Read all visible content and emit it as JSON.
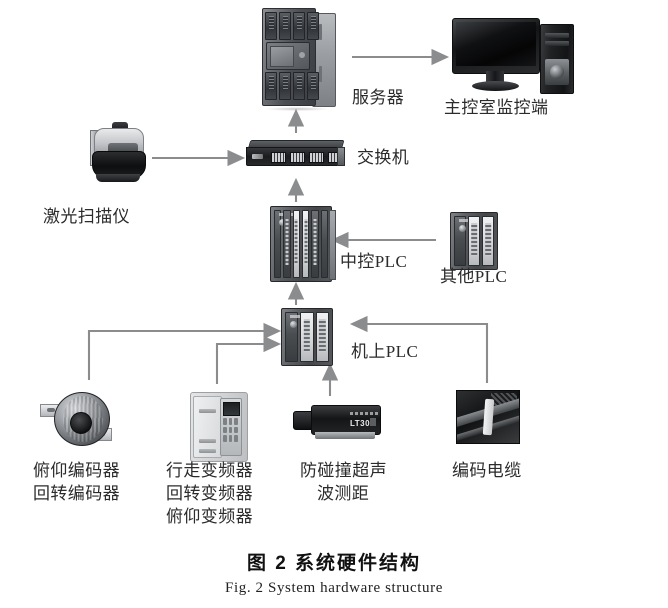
{
  "figure": {
    "caption_cn": "图 2    系统硬件结构",
    "caption_en": "Fig. 2    System  hardware  structure"
  },
  "nodes": {
    "server": {
      "label": "服务器",
      "icon": "server-tower-icon"
    },
    "monitor_pc": {
      "label": "主控室监控端",
      "icon": "desktop-monitor-icon"
    },
    "laser_scanner": {
      "label": "激光扫描仪",
      "icon": "laser-scanner-icon"
    },
    "switch": {
      "label": "交换机",
      "icon": "network-switch-icon"
    },
    "central_plc": {
      "label": "中控PLC",
      "icon": "plc-rack-icon"
    },
    "other_plc": {
      "label": "其他PLC",
      "icon": "plc-compact-icon"
    },
    "onboard_plc": {
      "label": "机上PLC",
      "icon": "plc-compact-icon"
    },
    "encoders": {
      "label_line1": "俯仰编码器",
      "label_line2": "回转编码器",
      "icon": "rotary-encoder-icon"
    },
    "inverters": {
      "label_line1": "行走变频器",
      "label_line2": "回转变频器",
      "label_line3": "俯仰变频器",
      "icon": "vfd-inverter-icon"
    },
    "ultrasonic": {
      "label_line1": "防碰撞超声",
      "label_line2": "波测距",
      "icon": "ultrasonic-sensor-icon",
      "device_text": "LT30"
    },
    "encoder_cable": {
      "label": "编码电缆",
      "icon": "encoder-cable-icon"
    }
  },
  "connections": [
    {
      "from": "server",
      "to": "monitor_pc",
      "type": "arrow-right"
    },
    {
      "from": "switch",
      "to": "server",
      "type": "arrow-up"
    },
    {
      "from": "laser_scanner",
      "to": "switch",
      "type": "arrow-right"
    },
    {
      "from": "central_plc",
      "to": "switch",
      "type": "arrow-up"
    },
    {
      "from": "other_plc",
      "to": "central_plc",
      "type": "arrow-left"
    },
    {
      "from": "onboard_plc",
      "to": "central_plc",
      "type": "arrow-up"
    },
    {
      "from": "encoders",
      "to": "onboard_plc",
      "type": "arrow-up-right"
    },
    {
      "from": "inverters",
      "to": "onboard_plc",
      "type": "arrow-up-right"
    },
    {
      "from": "ultrasonic",
      "to": "onboard_plc",
      "type": "arrow-up"
    },
    {
      "from": "encoder_cable",
      "to": "onboard_plc",
      "type": "arrow-up-left"
    }
  ],
  "colors": {
    "background": "#ffffff",
    "wire": "#8a8c8e",
    "text": "#2b2b2b"
  }
}
